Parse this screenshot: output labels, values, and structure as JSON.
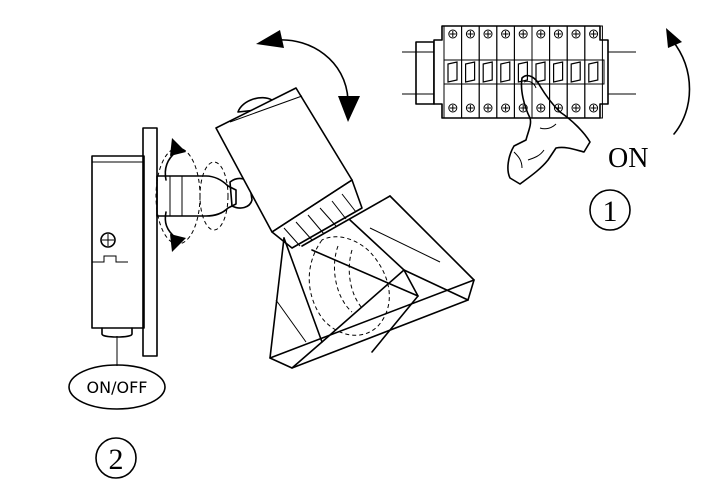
{
  "labels": {
    "on_label": "ON",
    "step_one": "①",
    "switch_label": "ON/OFF",
    "step_two": "②"
  },
  "colors": {
    "line": "#000000",
    "background": "#ffffff"
  },
  "icons": {
    "rotate_head": "curved-double-arrow-icon",
    "rotate_socket": "rotation-arrow-icon",
    "power_on": "curved-arrow-up-icon"
  }
}
